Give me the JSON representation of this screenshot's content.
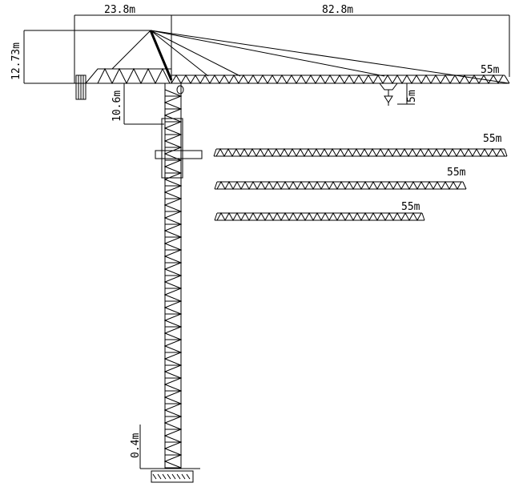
{
  "dimensions": {
    "counter_jib_length": "23.8m",
    "jib_length": "82.8m",
    "top_height": "12.73m",
    "jib_base_offset": "10.6m",
    "hook_drop": "5m",
    "base_offset": "0.4m"
  },
  "jib_options": [
    {
      "label": "55m"
    },
    {
      "label": "55m"
    },
    {
      "label": "55m"
    },
    {
      "label": "55m"
    }
  ],
  "colors": {
    "line": "#000000",
    "background": "#ffffff"
  }
}
